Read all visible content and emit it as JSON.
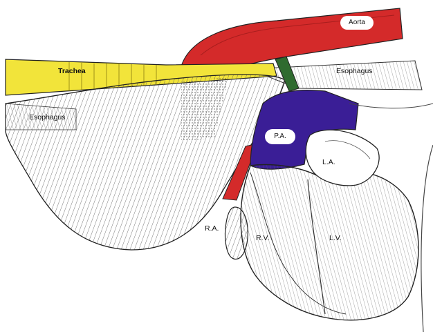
{
  "diagram": {
    "labels": {
      "aorta": "Aorta",
      "trachea": "Trachea",
      "esophagus_right": "Esophagus",
      "esophagus_left": "Esophagus",
      "pulmonary_artery": "P.A.",
      "left_atrium": "L.A.",
      "right_atrium": "R.A.",
      "right_ventricle": "R.V.",
      "left_ventricle": "L.V."
    },
    "colors": {
      "aorta": "#d42a2a",
      "trachea": "#f2e43a",
      "ductus": "#2f6b2f",
      "pulmonary_artery": "#3a1e96",
      "outline": "#222222",
      "background": "#ffffff"
    }
  }
}
